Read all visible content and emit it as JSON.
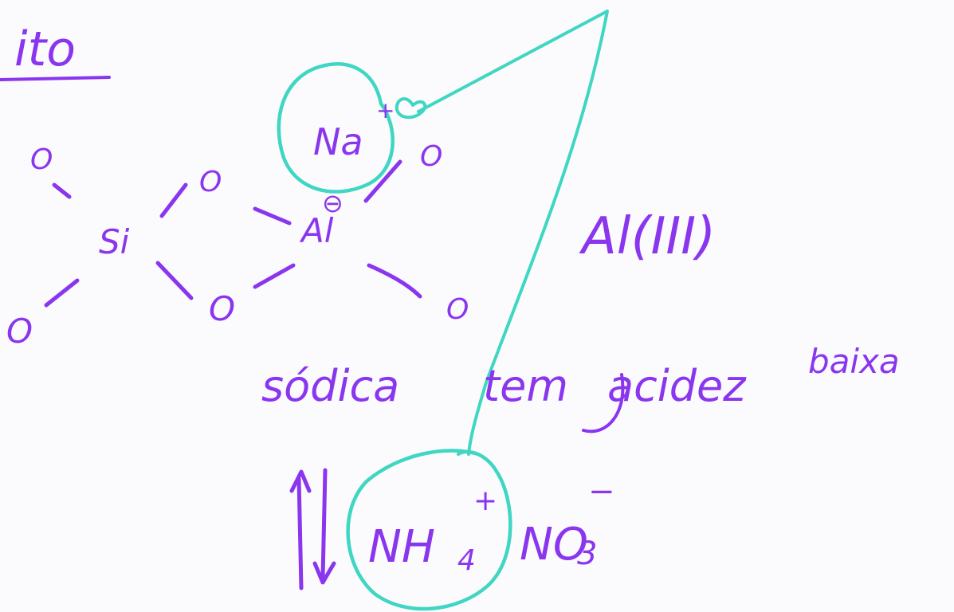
{
  "colors": {
    "background": "#fbfbfd",
    "ink_purple": "#8a35ee",
    "ink_teal": "#3fd6c3"
  },
  "labels": {
    "title_fragment": "ito",
    "silicon": "Si",
    "aluminum": "Al",
    "sodium": "Na",
    "sodium_charge": "+",
    "negative_charge": "⊖",
    "oxygen": "O",
    "aluminum_oxidation": "Al(III)",
    "note_sodica": "sódica",
    "note_tem": "tem",
    "note_acidez": "acidez",
    "note_baixa": "baixa",
    "ammonium": "NH",
    "ammonium_subscript": "4",
    "ammonium_charge": "+",
    "nitrate": "NO",
    "nitrate_subscript": "3",
    "nitrate_charge": "−"
  }
}
